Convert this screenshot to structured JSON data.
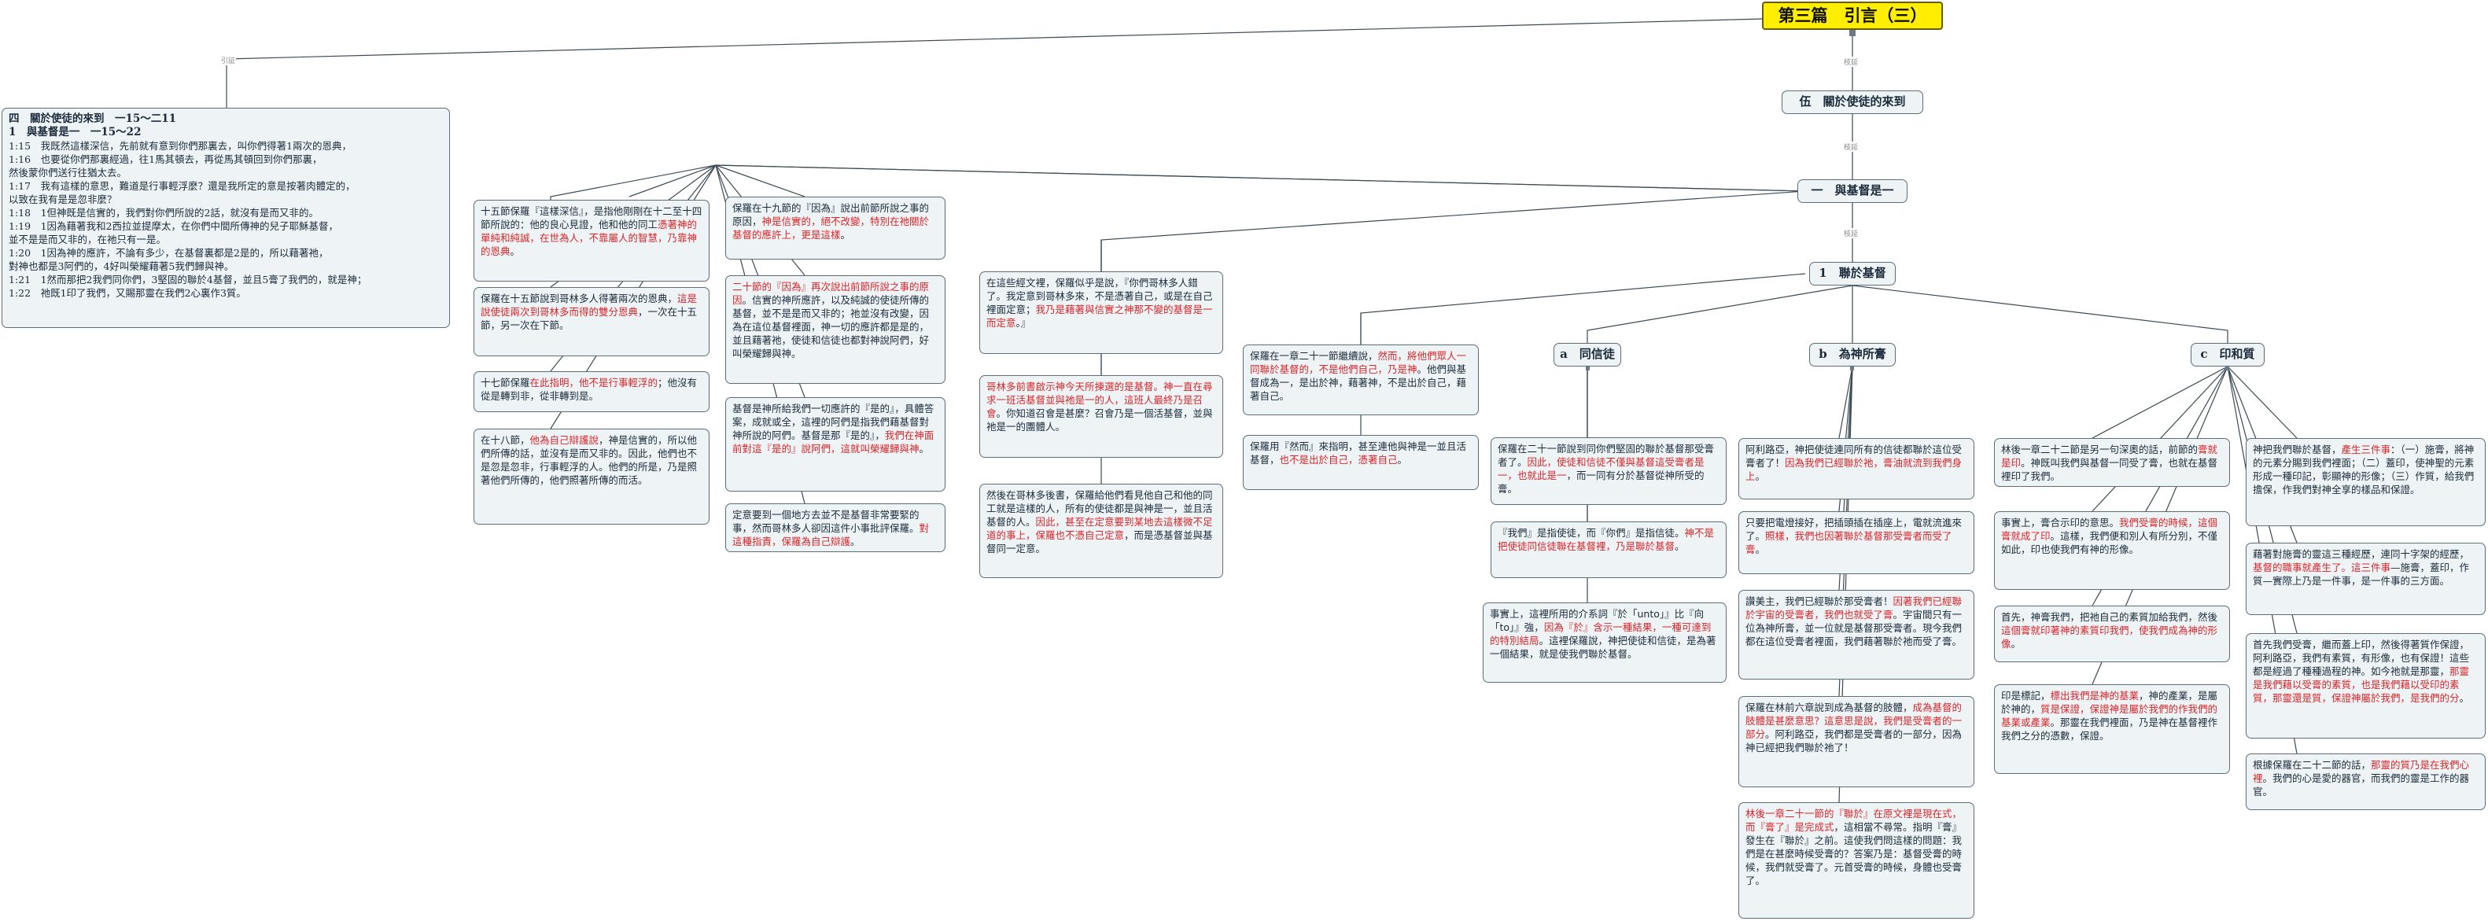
{
  "root": "第三篇　引言（三）",
  "labels": {
    "ref": "引証",
    "expand": "枝延"
  },
  "intro": {
    "heading1": "四　關於使徒的來到　一15～二11",
    "heading2": "1　與基督是一　一15～22",
    "verses": [
      "1:15　我既然這樣深信，先前就有意到你們那裏去，叫你們得著1兩次的恩典，",
      "1:16　也要從你們那裏經過，往1馬其頓去，再從馬其頓回到你們那裏，",
      "然後蒙你們送行往猶太去。",
      "1:17　我有這樣的意思，難道是行事輕浮麼？還是我所定的意是按著肉體定的，",
      "以致在我有是是忽非麼？",
      "1:18　1但神既是信實的，我們對你們所說的2話，就沒有是而又非的。",
      "1:19　1因為藉著我和2西拉並提摩太，在你們中間所傳神的兒子耶穌基督，",
      "並不是是而又非的，在祂只有一是。",
      "1:20　1因為神的應許，不論有多少，在基督裏都是2是的，所以藉著祂，",
      "對神也都是3阿們的，4好叫榮耀藉著5我們歸與神。",
      "1:21　1然而那把2我們同你們，3堅固的聯於4基督，並且5膏了我們的，就是神；",
      "1:22　祂既1印了我們，又賜那靈在我們2心裏作3質。"
    ]
  },
  "topics": {
    "five": "伍　關於使徒的來到",
    "one": "一　與基督是一",
    "union": "1　聯於基督",
    "faith": "a　同信徒",
    "anoint": "b　為神所膏",
    "seal": "c　印和質"
  },
  "notes": {
    "c1": [
      "十五節保羅『這樣深信』，是指他剛剛在十二至十四節所說的：他的良心見證，他和他的同工",
      "憑著神的單純和純誠，在世為人，不靠屬人的智慧，乃靠神的恩典",
      "。"
    ],
    "c2": [
      "保羅在十五節說到哥林多人得著兩次的恩典，",
      "這是說使徒兩次到哥林多而得的雙分恩典",
      "，一次在十五節，另一次在下節。"
    ],
    "c3": [
      "十七節保羅",
      "在此指明，他不是行事輕浮的",
      "；他沒有從是轉到非，從非轉到是。"
    ],
    "c4": [
      "在十八節，",
      "他為自己辯護說",
      "，神是信實的，所以他們所傳的話，並沒有是而又非的。因此，他們也不是忽是忽非，行事輕浮的人。他們的所是，乃是照著他們所傳的，他們照著所傳的而活。"
    ],
    "d1": [
      "保羅在十九節的『因為』說出前節所說之事的原因，",
      "神是信實的，絕不改變，特別在祂關於基督的應許上，更是這樣",
      "。"
    ],
    "d2": [
      "二十節的『因為』再次說出前節所說之事的原因",
      "。信實的神所應許，以及純誠的使徒所傳的基督，並不是是而又非的；祂並沒有改變，因為在這位基督裡面，神一切的應許都是是的，並且藉著祂，使徒和信徒也都對神說阿們，好叫榮耀歸與神。"
    ],
    "d3": [
      "基督是神所給我們一切應許的『是的』，具體答案，成就或全，這裡的阿們是指我們藉基督對神所說的阿們。基督是那『是的』，",
      "我們在神面前對這『是的』說阿們，這就叫榮耀歸與神",
      "。"
    ],
    "d4": [
      "定意要到一個地方去並不是基督非常要緊的事，然而哥林多人卻因這件小事批評保羅。",
      "對這種指責，保羅為自己辯護",
      "。"
    ],
    "e1": [
      "在這些經文裡，保羅似乎是說，『你們哥林多人錯了。我定意到哥林多來，不是憑著自己，或是在自己裡面定意；",
      "我乃是藉著與信實之神那不變的基督是一而定意",
      "。』"
    ],
    "e2": [
      "哥林多前書啟示神今天所揀選的是基督。神一直在尋求一班活基督並與祂是一的人，這班人最終乃是召會",
      "。你知道召會是甚麼？召會乃是一個活基督，並與祂是一的團體人。"
    ],
    "e3": [
      "然後在哥林多後書，保羅給他們看見他自己和他的同工就是這樣的人，所有的使徒都是與神是一，並且活基督的人。",
      "因此，甚至在定意要到某地去這樣微不足道的事上，保羅也不憑自己定意",
      "，而是憑基督並與基督同一定意。"
    ],
    "f1": [
      "保羅在一章二十一節繼續說，",
      "然而，將他們眾人一同聯於基督的，不是他們自己，乃是神",
      "。他們與基督成為一，是出於神，藉著神，不是出於自己，藉著自己。"
    ],
    "f2": [
      "保羅用『然而』來指明，甚至連他與神是一並且活基督，",
      "也不是出於自己，憑著自己",
      "。"
    ],
    "g1": [
      "保羅在二十一節說到同你們堅固的聯於基督那受膏者了。",
      "因此，使徒和信徒不僅與基督這受膏者是一，也就此是一",
      "，而一同有分於基督從神所受的膏。"
    ],
    "g2": [
      "『我們』是指使徒，而『你們』是指信徒。",
      "神不是把使徒同信徒聯在基督裡，乃是聯於基督",
      "。"
    ],
    "g3": [
      "事實上，這裡所用的介系詞『於「unto」』比『向「to」』強，",
      "因為『於』含示一種結果，一種可達到的特別結局",
      "。這裡保羅說，神把使徒和信徒，是為著一個結果，就是使我們聯於基督。"
    ],
    "h1": [
      "阿利路亞，神把使徒連同所有的信徒都聯於這位受膏者了！",
      "因為我們已經聯於祂，膏油就流到我們身上",
      "。"
    ],
    "h2": [
      "只要把電燈接好，把插頭插在插座上，電就流進來了。",
      "照樣，我們也因著聯於基督那受膏者而受了膏",
      "。"
    ],
    "h3": [
      "讚美主，我們已經聯於那受膏者！",
      "因著我們已經聯於宇宙的受膏者，我們也就受了膏",
      "。宇宙間只有一位為神所膏，並一位就是基督那受膏者。現今我們都在這位受膏者裡面，我們藉著聯於祂而受了膏。"
    ],
    "h4": [
      "保羅在林前六章說到成為基督的肢體，",
      "成為基督的肢體是甚麼意思？這意思是說，我們是受膏者的一部分",
      "。阿利路亞，我們都是受膏者的一部分，因為神已經把我們聯於祂了！"
    ],
    "h5": [
      "林後一章二十一節的『聯於』在原文裡是現在式，而『膏了』是完成式",
      "，這相當不尋常。指明『膏』發生在『聯於』之前。這使我們問這樣的問題：我們是在甚麼時候受膏的？答案乃是：基督受膏的時候，我們就受膏了。元首受膏的時候，身體也受膏了。"
    ],
    "i1": [
      "林後一章二十二節是另一句深奧的話，前節的",
      "膏就是印",
      "。神既叫我們與基督一同受了膏，也就在基督裡印了我們。"
    ],
    "i2": [
      "事實上，膏合示印的意思。",
      "我們受膏的時候，這個膏就成了印",
      "。這樣，我們便和別人有所分別，不僅如此，印也使我們有神的形像。"
    ],
    "i3": [
      "首先，神膏我們，把祂自己的素質加給我們，然後",
      "這個膏就印著神的素質印我們，使我們成為神的形像",
      "。"
    ],
    "i4": [
      "印是標記，",
      "標出我們是神的基業",
      "，神的產業，是屬於神的，",
      "質是保證，保證神是屬於我們的作我們的基業或產業",
      "。那靈在我們裡面，乃是神在基督裡作我們之分的憑數，保證。"
    ],
    "j1": [
      "神把我們聯於基督，",
      "產生三件事",
      "：（一）施膏，將神的元素分賜到我們裡面；（二）蓋印，使神聖的元素形成一種印記，彰顯神的形像；（三）作質，給我們擔保，作我們對神全享的樣品和保證。"
    ],
    "j2": [
      "藉著對施膏的靈這三種經歷，連同十字架的經歷，",
      "基督的職事就產生了。這三件事",
      "—施膏，蓋印，作質—實際上乃是一件事，是一件事的三方面。"
    ],
    "j3": [
      "首先我們受膏，繼而蓋上印，然後得著質作保證，阿利路亞，我們有素質，有形像，也有保證！這些都是經過了種種過程的神。如今祂就是那靈，",
      "那靈是我們藉以受膏的素質，也是我們藉以受印的素質，那靈還是質，保證神屬於我們，是我們的分",
      "。"
    ],
    "j4": [
      "根據保羅在二十二節的話，",
      "那靈的質乃是在我們心裡",
      "。我們的心是愛的器官，而我們的靈是工作的器官。"
    ]
  }
}
